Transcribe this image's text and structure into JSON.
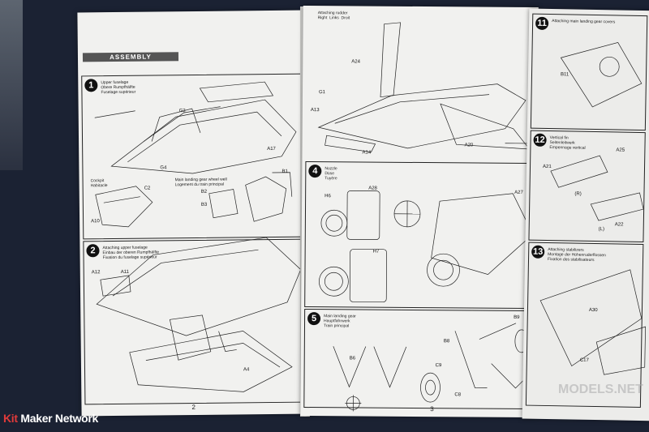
{
  "left_page": {
    "section_title": "ASSEMBLY",
    "page_number": "2",
    "step1": {
      "number": "1",
      "caption": "Upper fuselage\nObere Rumpfhälfte\nFuselage supérieur",
      "parts": [
        "G2",
        "G4",
        "A17",
        "B1",
        "B2",
        "B3",
        "A10",
        "C2"
      ],
      "sub_caption_cockpit": "Cockpit\nHabitacle",
      "sub_caption_gear": "Main landing gear wheel well\nLogement du train principal"
    },
    "step2": {
      "number": "2",
      "caption": "Attaching upper fuselage\nEinbau der oberen Rumpfhälfte\nFixation du fuselage supérieur",
      "parts": [
        "A11",
        "A12",
        "A4"
      ]
    }
  },
  "right_page": {
    "page_number": "3",
    "step3_caption": "Attaching rudder\nRight  Links  Droit",
    "parts_top": [
      "A24",
      "G1",
      "A13",
      "A14",
      "A20"
    ],
    "step4": {
      "number": "4",
      "caption": "Nozzle\nDüse\nTuyère",
      "parts": [
        "H6",
        "A28",
        "H7",
        "A27"
      ]
    },
    "step5": {
      "number": "5",
      "caption": "Main landing gear\nHauptfahrwerk\nTrain principal",
      "parts": [
        "B6",
        "B8",
        "B9",
        "C8",
        "C9"
      ]
    }
  },
  "next_page": {
    "steps": [
      {
        "number": "11",
        "caption": "Attaching main landing gear covers"
      },
      {
        "number": "12",
        "caption": "Vertical fin\nSeitenleitwerk\nEmpennage vertical"
      },
      {
        "number": "13",
        "caption": "Attaching stabilizers\nMontage der Höhenruderflossen\nFixation des stabilisateurs"
      }
    ],
    "parts": [
      "B11",
      "A21",
      "A25",
      "A22",
      "A30",
      "C17"
    ],
    "labels_lr": [
      "(R)",
      "(L)"
    ]
  },
  "watermarks": {
    "bottom_left_kit": "Kit",
    "bottom_left_rest": " Maker Network",
    "bottom_right": "MODELS.NET"
  },
  "colors": {
    "background": "#1b2233",
    "paper": "#f1f1ef",
    "ink": "#111111",
    "kit_red": "#e03a3a"
  }
}
